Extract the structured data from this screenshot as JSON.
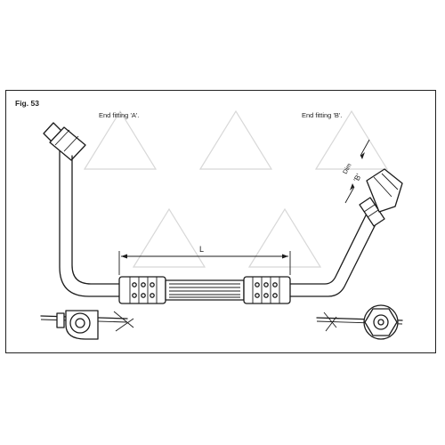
{
  "figure": {
    "number_label": "Fig. 53",
    "end_fitting_a_label": "End fitting 'A'.",
    "end_fitting_b_label": "End fitting 'B'.",
    "length_label": "L",
    "dimension_label": "Dim",
    "dimension_value": "'B'"
  },
  "icons": {
    "watermark": "brand-logo-watermark"
  }
}
